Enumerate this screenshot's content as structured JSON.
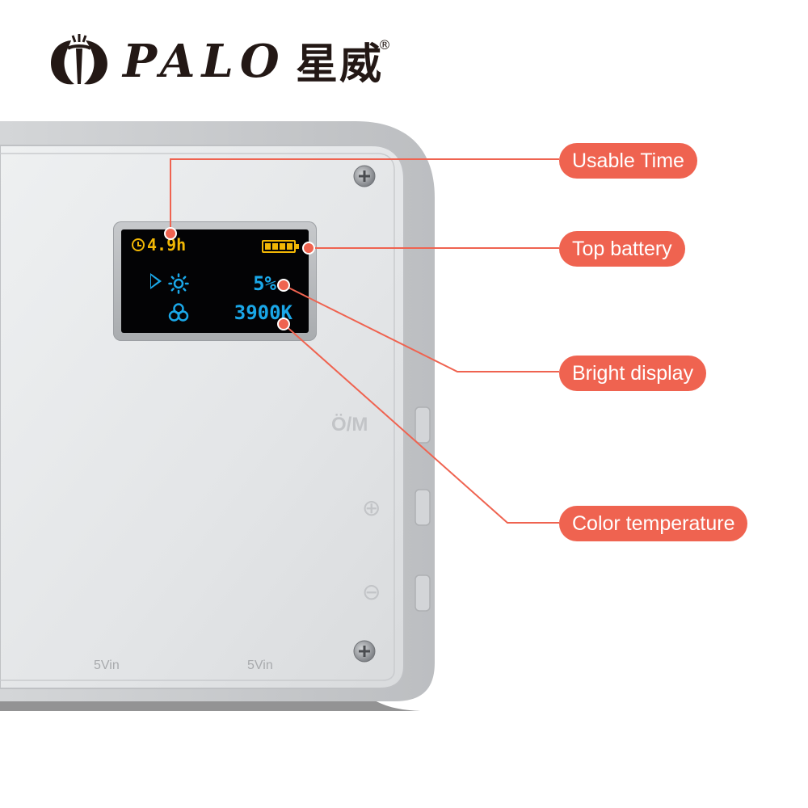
{
  "brand": {
    "name": "PALO",
    "chinese_name": "星威",
    "registered_mark": "®"
  },
  "oled_display": {
    "usable_time": "4.9h",
    "battery_level": 1.0,
    "brightness": "5%",
    "color_temperature": "3900K"
  },
  "buttons": {
    "mode_label": "Ö/M",
    "plus_label": "⊕",
    "minus_label": "⊖"
  },
  "ports": {
    "port_left_label": "5Vin",
    "port_right_label": "5Vin"
  },
  "callouts": {
    "usable_time": "Usable Time",
    "top_battery": "Top battery",
    "bright_display": "Bright display",
    "color_temperature": "Color temperature"
  },
  "colors": {
    "callout_fill": "#ef6350",
    "callout_dot": "#ef6350",
    "oled_yellow": "#f2b705",
    "oled_blue": "#1aa7e8",
    "device_body": "#e4e6e8",
    "brand_dark": "#231815"
  },
  "icons": {
    "logo": "palo-logo-icon",
    "clock": "clock-icon",
    "battery": "battery-icon",
    "pointer": "selection-pointer-icon",
    "brightness": "sun-icon",
    "color": "rgb-circles-icon",
    "screw": "screw-icon"
  }
}
